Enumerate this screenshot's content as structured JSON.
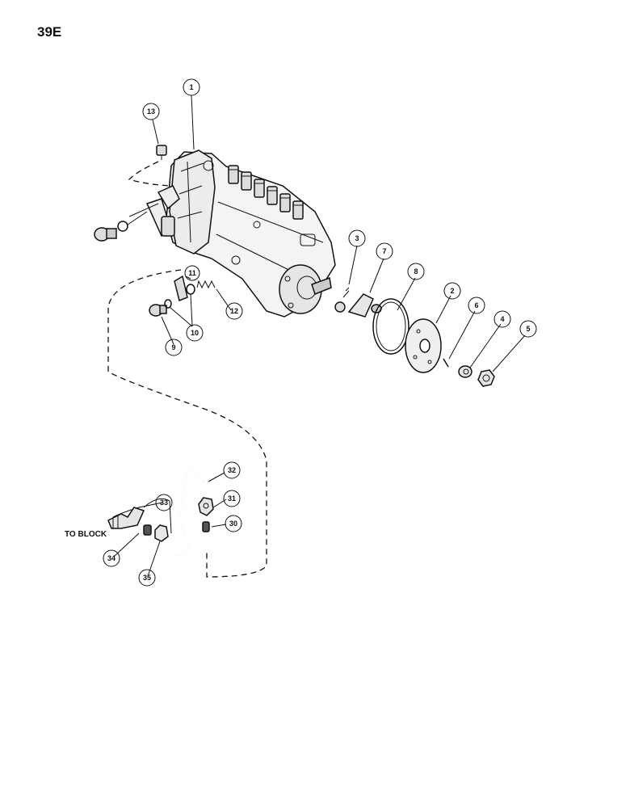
{
  "page": {
    "label": "39E"
  },
  "callouts": [
    {
      "id": "c1",
      "label": "1"
    },
    {
      "id": "c2",
      "label": "2"
    },
    {
      "id": "c3",
      "label": "3"
    },
    {
      "id": "c4",
      "label": "4"
    },
    {
      "id": "c5",
      "label": "5"
    },
    {
      "id": "c6",
      "label": "6"
    },
    {
      "id": "c7",
      "label": "7"
    },
    {
      "id": "c8",
      "label": "8"
    },
    {
      "id": "c9",
      "label": "9"
    },
    {
      "id": "c10",
      "label": "10"
    },
    {
      "id": "c11",
      "label": "11"
    },
    {
      "id": "c12",
      "label": "12"
    },
    {
      "id": "c13",
      "label": "13"
    },
    {
      "id": "c30",
      "label": "30"
    },
    {
      "id": "c31",
      "label": "31"
    },
    {
      "id": "c32",
      "label": "32"
    },
    {
      "id": "c33",
      "label": "33"
    },
    {
      "id": "c34",
      "label": "34"
    },
    {
      "id": "c35",
      "label": "35"
    }
  ],
  "captions": {
    "to_block": "TO BLOCK"
  }
}
